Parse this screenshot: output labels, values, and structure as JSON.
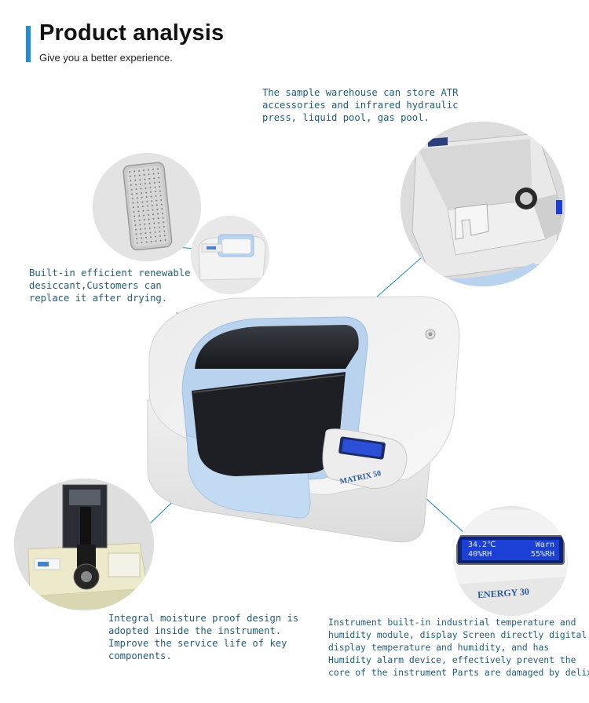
{
  "header": {
    "title": "Product analysis",
    "subtitle": "Give you a better experience."
  },
  "callouts": {
    "sample_warehouse": [
      "The sample warehouse can store ATR",
      " accessories and infrared hydraulic",
      "press, liquid pool, gas pool."
    ],
    "desiccant": [
      "Built-in efficient renewable",
      "desiccant,Customers can",
      "replace it after drying."
    ],
    "moisture_proof": [
      "Integral moisture proof design is",
      "adopted inside the instrument.",
      "Improve the service life of key",
      "components."
    ],
    "humidity_module": [
      "Instrument built-in industrial temperature and",
      "humidity module, display Screen directly digital",
      "display temperature and humidity, and has",
      "Humidity alarm device, effectively prevent the",
      "core of the instrument Parts are damaged by delixing."
    ]
  },
  "device": {
    "model_label": "MATRIX 50",
    "zoom_model_label": "ENERGY 30"
  },
  "lcd": {
    "line1_left": "34.2℃",
    "line1_right": "Warn",
    "line2_left": "40%RH",
    "line2_right": "55%RH"
  },
  "colors": {
    "accent_bar": "#1e8fd6",
    "callout_text": "#1f5d7a",
    "leader_line": "#2a8fc4",
    "panel_blue": "#b9d3ee",
    "lcd_blue": "#1c3fd6"
  }
}
